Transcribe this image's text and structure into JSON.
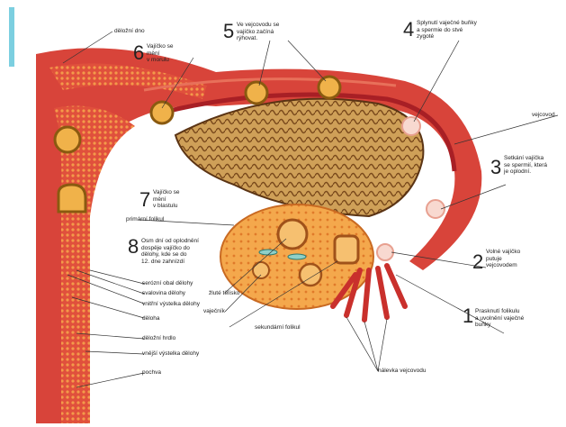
{
  "diagram": {
    "colors": {
      "muscle": "#d8443a",
      "muscle_dark": "#b8262c",
      "lining": "#f0b24a",
      "ovary": "#f2a24a",
      "mucosa": "#c98a3a",
      "background": "#ffffff",
      "accent": "#7ccfe0"
    },
    "steps": [
      {
        "number": "1",
        "text": "Prasknutí folikulu\na uvolnění vaječné\nbuňky"
      },
      {
        "number": "2",
        "text": "Volné vajíčko\nputuje\nvejcovodem"
      },
      {
        "number": "3",
        "text": "Setkání vajíčka\nse spermií, která\nje oplodní."
      },
      {
        "number": "4",
        "text": "Splynutí vaječné buňky\na spermie do stvé\nzygoté"
      },
      {
        "number": "5",
        "text": "Ve vejcovodu se\nvajíčko začíná\nrýhovat."
      },
      {
        "number": "6",
        "text": "Vajíčko se\nmění\nv morulu"
      },
      {
        "number": "7",
        "text": "Vajíčko se\nmění\nv blastulu"
      },
      {
        "number": "8",
        "text": "Osm dní od oplodnění\ndospěje vajíčko do\ndělohy, kde se do\n12. dne zahnízdí"
      }
    ],
    "labels": {
      "dilutni_dno": "děložní dno",
      "vejcovod": "vejcovod",
      "primarni_folikul": "primární folikul",
      "serozni_obal": "serózní obal dělohy",
      "svalovina": "svalovina dělohy",
      "zlute_telisko": "žluté tělísko",
      "vnitrni_vystelka": "vnitřní výstelka dělohy",
      "vajecnik": "vaječník",
      "deloha": "děloha",
      "delozni_hrdlo": "děložní hrdlo",
      "sekundarni_folikul": "sekundární folikul",
      "vnejsi_vystelka": "vnější výstelka dělohy",
      "pochva": "pochva",
      "nalevka": "nálevka vejcovodu"
    }
  }
}
